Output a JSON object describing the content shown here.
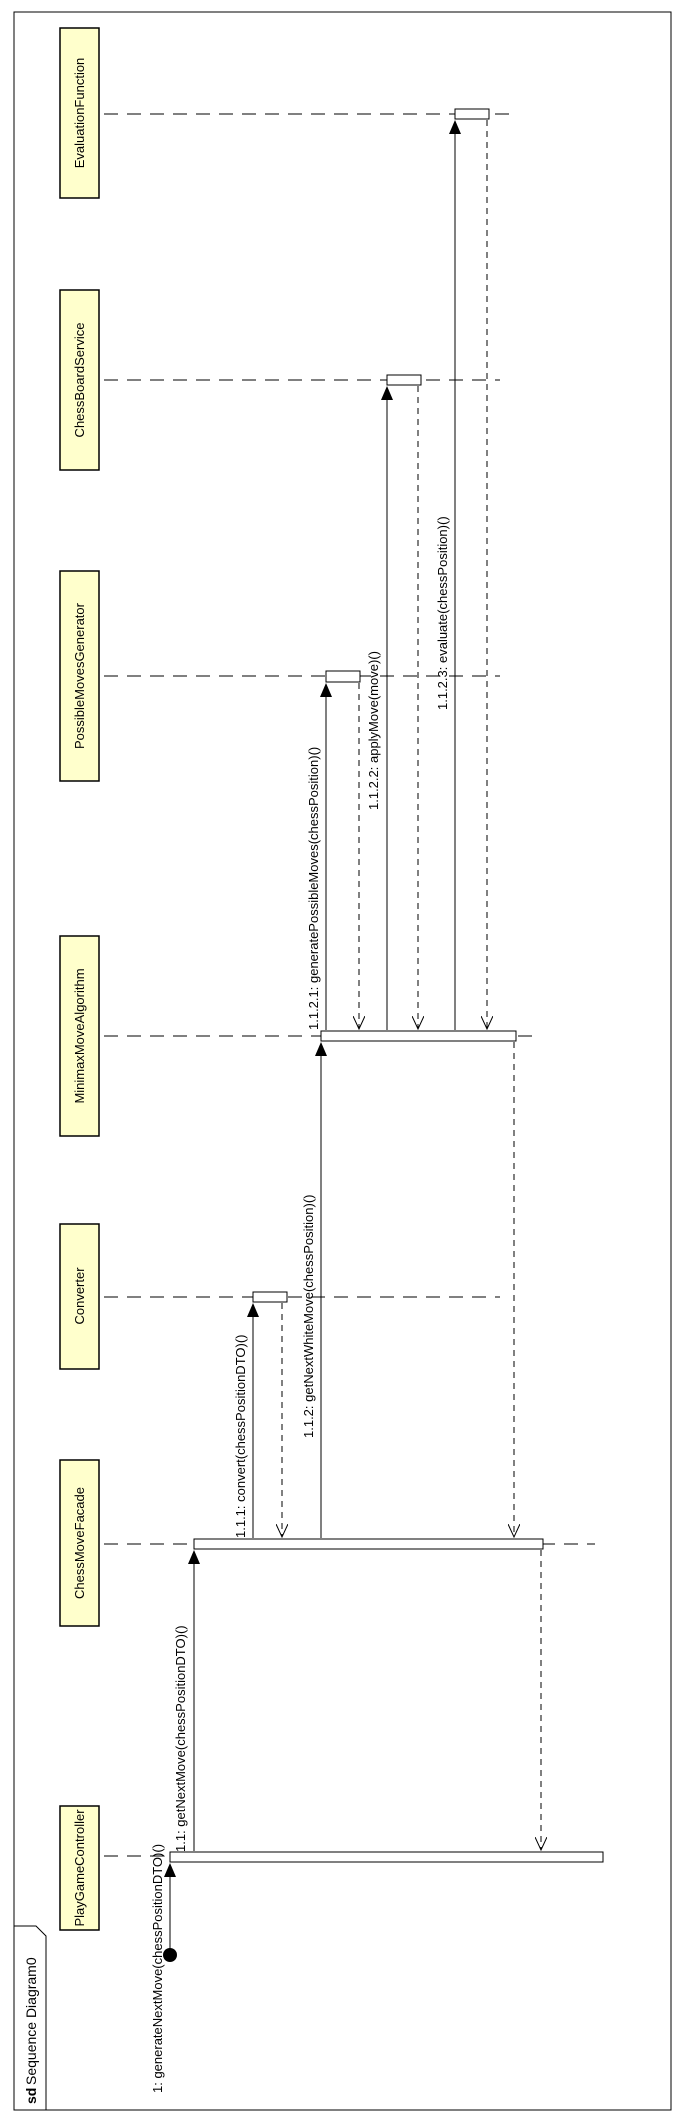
{
  "frame": {
    "keyword": "sd",
    "name": "Sequence Diagram0"
  },
  "colors": {
    "lifeline_head_fill": "#ffffcc",
    "stroke": "#000000",
    "activation_fill": "#ffffff",
    "background": "#ffffff"
  },
  "lifelines": [
    {
      "id": "pgc",
      "name": "PlayGameController"
    },
    {
      "id": "cmf",
      "name": "ChessMoveFacade"
    },
    {
      "id": "conv",
      "name": "Converter"
    },
    {
      "id": "mma",
      "name": "MinimaxMoveAlgorithm"
    },
    {
      "id": "pmg",
      "name": "PossibleMovesGenerator"
    },
    {
      "id": "cbs",
      "name": "ChessBoardService"
    },
    {
      "id": "ef",
      "name": "EvaluationFunction"
    }
  ],
  "messages": [
    {
      "id": "m1",
      "label": "1: generateNextMove(chessPositionDTO)()",
      "kind": "found"
    },
    {
      "id": "m1_1",
      "label": "1.1: getNextMove(chessPositionDTO)()",
      "kind": "sync"
    },
    {
      "id": "m1_1_1",
      "label": "1.1.1: convert(chessPositionDTO)()",
      "kind": "sync"
    },
    {
      "id": "m1_1_2",
      "label": "1.1.2: getNextWhiteMove(chessPosition)()",
      "kind": "sync"
    },
    {
      "id": "m1_1_2_1",
      "label": "1.1.2.1: generatePossibleMoves(chessPosition)()",
      "kind": "sync"
    },
    {
      "id": "m1_1_2_2",
      "label": "1.1.2.2: applyMove(move)()",
      "kind": "sync"
    },
    {
      "id": "m1_1_2_3",
      "label": "1.1.2.3: evaluate(chessPosition)()",
      "kind": "sync"
    }
  ]
}
